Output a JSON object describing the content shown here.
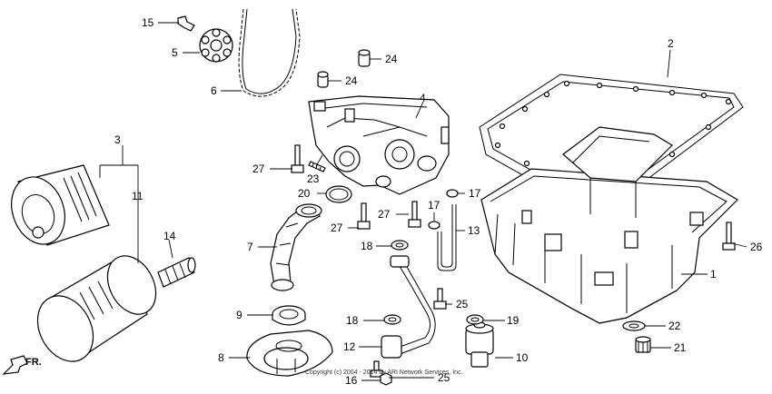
{
  "callouts": {
    "c1": "1",
    "c2": "2",
    "c3": "3",
    "c4": "4",
    "c5": "5",
    "c6": "6",
    "c7": "7",
    "c8": "8",
    "c9": "9",
    "c10": "10",
    "c11": "11",
    "c12": "12",
    "c13": "13",
    "c14": "14",
    "c15": "15",
    "c16": "16",
    "c17a": "17",
    "c17b": "17",
    "c18a": "18",
    "c18b": "18",
    "c19": "19",
    "c20": "20",
    "c21": "21",
    "c22": "22",
    "c23": "23",
    "c24a": "24",
    "c24b": "24",
    "c25a": "25",
    "c25b": "25",
    "c26": "26",
    "c27a": "27",
    "c27b": "27",
    "c27c": "27"
  },
  "direction_label": "FR.",
  "copyright": "Copyright (c) 2004 - 2014 by ARI Network Services, Inc."
}
